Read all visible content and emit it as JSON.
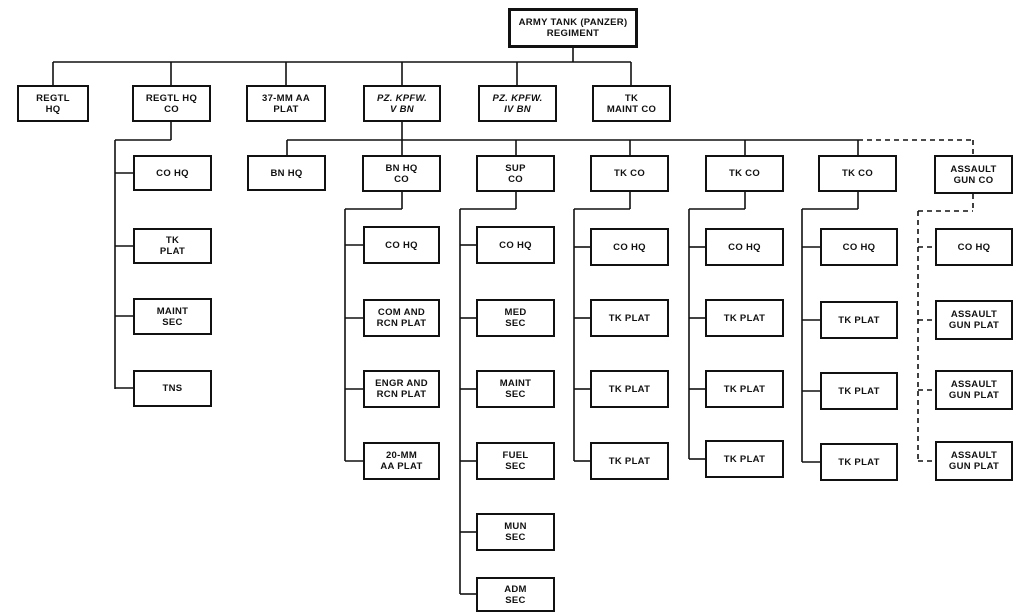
{
  "regiment": {
    "label": "ARMY TANK (PANZER)\nREGIMENT"
  },
  "top_units": [
    {
      "label": "REGTL\nHQ"
    },
    {
      "label": "REGTL HQ\nCO"
    },
    {
      "label": "37-MM AA\nPLAT"
    },
    {
      "label": "PZ. KPFW.\nV BN"
    },
    {
      "label": "PZ. KPFW.\nIV BN"
    },
    {
      "label": "TK\nMAINT CO"
    }
  ],
  "regtl_hq_co_children": [
    {
      "label": "CO HQ"
    },
    {
      "label": "TK\nPLAT"
    },
    {
      "label": "MAINT\nSEC"
    },
    {
      "label": "TNS"
    }
  ],
  "battalion": [
    {
      "label": "BN HQ",
      "children": []
    },
    {
      "label": "BN HQ\nCO",
      "children": [
        {
          "label": "CO HQ"
        },
        {
          "label": "COM AND\nRCN PLAT"
        },
        {
          "label": "ENGR AND\nRCN PLAT"
        },
        {
          "label": "20-MM\nAA PLAT"
        }
      ]
    },
    {
      "label": "SUP\nCO",
      "children": [
        {
          "label": "CO HQ"
        },
        {
          "label": "MED\nSEC"
        },
        {
          "label": "MAINT\nSEC"
        },
        {
          "label": "FUEL\nSEC"
        },
        {
          "label": "MUN\nSEC"
        },
        {
          "label": "ADM\nSEC"
        }
      ]
    },
    {
      "label": "TK CO",
      "children": [
        {
          "label": "CO HQ"
        },
        {
          "label": "TK PLAT"
        },
        {
          "label": "TK PLAT"
        },
        {
          "label": "TK PLAT"
        }
      ]
    },
    {
      "label": "TK CO",
      "children": [
        {
          "label": "CO HQ"
        },
        {
          "label": "TK PLAT"
        },
        {
          "label": "TK PLAT"
        },
        {
          "label": "TK PLAT"
        }
      ]
    },
    {
      "label": "TK CO",
      "children": [
        {
          "label": "CO HQ"
        },
        {
          "label": "TK PLAT"
        },
        {
          "label": "TK PLAT"
        },
        {
          "label": "TK PLAT"
        }
      ]
    },
    {
      "label": "ASSAULT\nGUN CO",
      "dashed": true,
      "children": [
        {
          "label": "CO HQ"
        },
        {
          "label": "ASSAULT\nGUN PLAT"
        },
        {
          "label": "ASSAULT\nGUN PLAT"
        },
        {
          "label": "ASSAULT\nGUN PLAT"
        }
      ]
    }
  ]
}
